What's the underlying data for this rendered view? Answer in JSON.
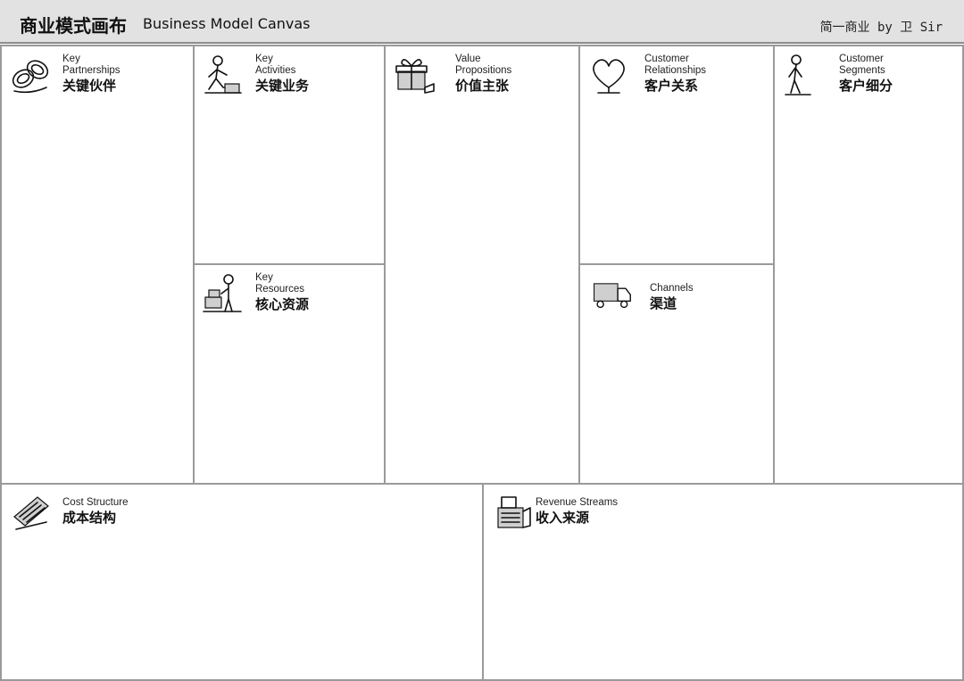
{
  "header": {
    "title_zh": "商业模式画布",
    "title_en": "Business Model Canvas",
    "credit": "简一商业 by 卫 Sir"
  },
  "blocks": {
    "partners": {
      "en": "Key\nPartnerships",
      "zh": "关键伙伴",
      "icon": "chain-links-icon"
    },
    "activities": {
      "en": "Key\nActivities",
      "zh": "关键业务",
      "icon": "worker-icon"
    },
    "value": {
      "en": "Value\nPropositions",
      "zh": "价值主张",
      "icon": "gift-icon"
    },
    "relationships": {
      "en": "Customer\nRelationships",
      "zh": "客户关系",
      "icon": "heart-icon"
    },
    "segments": {
      "en": "Customer\nSegments",
      "zh": "客户细分",
      "icon": "person-icon"
    },
    "resources": {
      "en": "Key\nResources",
      "zh": "核心资源",
      "icon": "person-with-boxes-icon"
    },
    "channels": {
      "en": "Channels",
      "zh": "渠道",
      "icon": "truck-icon"
    },
    "cost": {
      "en": "Cost Structure",
      "zh": "成本结构",
      "icon": "price-tag-icon"
    },
    "revenue": {
      "en": "Revenue Streams",
      "zh": "收入来源",
      "icon": "cash-register-icon"
    }
  }
}
